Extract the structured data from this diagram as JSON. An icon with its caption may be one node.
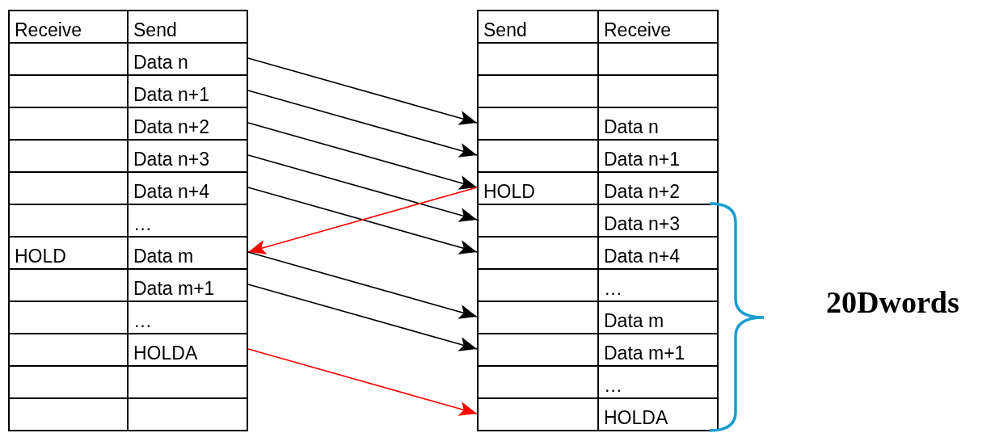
{
  "diagram": {
    "nodes": [
      {
        "text": [
          "Receive"
        ]
      },
      {
        "text": [
          "Send"
        ]
      },
      {
        "text": [],
        "shape": "box"
      },
      {
        "text": [
          "Data n"
        ]
      },
      {
        "text": [],
        "shape": "box"
      },
      {
        "text": [
          "Data n+1"
        ]
      },
      {
        "text": [],
        "shape": "box"
      },
      {
        "text": [
          "Data n+2"
        ]
      },
      {
        "text": [],
        "shape": "box"
      },
      {
        "text": [
          "Data n+3"
        ]
      },
      {
        "text": [],
        "shape": "box"
      },
      {
        "text": [
          "Data n+4"
        ]
      },
      {
        "text": [],
        "shape": "box"
      },
      {
        "text": [
          "…"
        ]
      },
      {
        "text": [
          "HOLD"
        ]
      },
      {
        "text": [
          "Data m"
        ]
      },
      {
        "text": [],
        "shape": "box"
      },
      {
        "text": [
          "Data m+1"
        ]
      },
      {
        "text": [],
        "shape": "box"
      },
      {
        "text": [
          "…"
        ]
      },
      {
        "text": [],
        "shape": "box"
      },
      {
        "text": [
          "HOLDA"
        ]
      },
      {
        "text": [],
        "shape": "box"
      },
      {
        "text": [],
        "shape": "box"
      },
      {
        "text": [],
        "shape": "box"
      },
      {
        "text": [],
        "shape": "box"
      },
      {
        "text": [
          "Send"
        ]
      },
      {
        "text": [
          "Receive"
        ]
      },
      {
        "text": [],
        "shape": "box"
      },
      {
        "text": [],
        "shape": "box"
      },
      {
        "text": [],
        "shape": "box"
      },
      {
        "text": [],
        "shape": "box"
      },
      {
        "text": [],
        "shape": "box"
      },
      {
        "text": [
          "Data n"
        ]
      },
      {
        "text": [],
        "shape": "box"
      },
      {
        "text": [
          "Data n+1"
        ]
      },
      {
        "text": [
          "HOLD"
        ]
      },
      {
        "text": [
          "Data n+2"
        ]
      },
      {
        "text": [],
        "shape": "box"
      },
      {
        "text": [
          "Data n+3"
        ]
      },
      {
        "text": [],
        "shape": "box"
      },
      {
        "text": [
          "Data n+4"
        ]
      },
      {
        "text": [],
        "shape": "box"
      },
      {
        "text": [
          "…"
        ]
      },
      {
        "text": [],
        "shape": "box"
      },
      {
        "text": [
          "Data m"
        ]
      },
      {
        "text": [],
        "shape": "box"
      },
      {
        "text": [
          "Data m+1"
        ]
      },
      {
        "text": [],
        "shape": "box"
      },
      {
        "text": [
          "…"
        ]
      },
      {
        "text": [],
        "shape": "box"
      },
      {
        "text": [
          "HOLDA"
        ]
      }
    ],
    "edges": [
      {
        "from": 3,
        "to": 32,
        "arrow": "to"
      },
      {
        "from": 5,
        "to": 34,
        "arrow": "to"
      },
      {
        "from": 7,
        "to": 36,
        "arrow": "to"
      },
      {
        "from": 9,
        "to": 38,
        "arrow": "to"
      },
      {
        "from": 11,
        "to": 40,
        "arrow": "to"
      },
      {
        "from": 36,
        "to": 15,
        "arrow": "to",
        "color": "#ff0000"
      },
      {
        "from": 15,
        "to": 44,
        "arrow": "to"
      },
      {
        "from": 17,
        "to": 46,
        "arrow": "to"
      },
      {
        "from": 21,
        "to": 50,
        "arrow": "to",
        "color": "#ff0000"
      }
    ],
    "labels": [
      "20Dwords"
    ]
  }
}
